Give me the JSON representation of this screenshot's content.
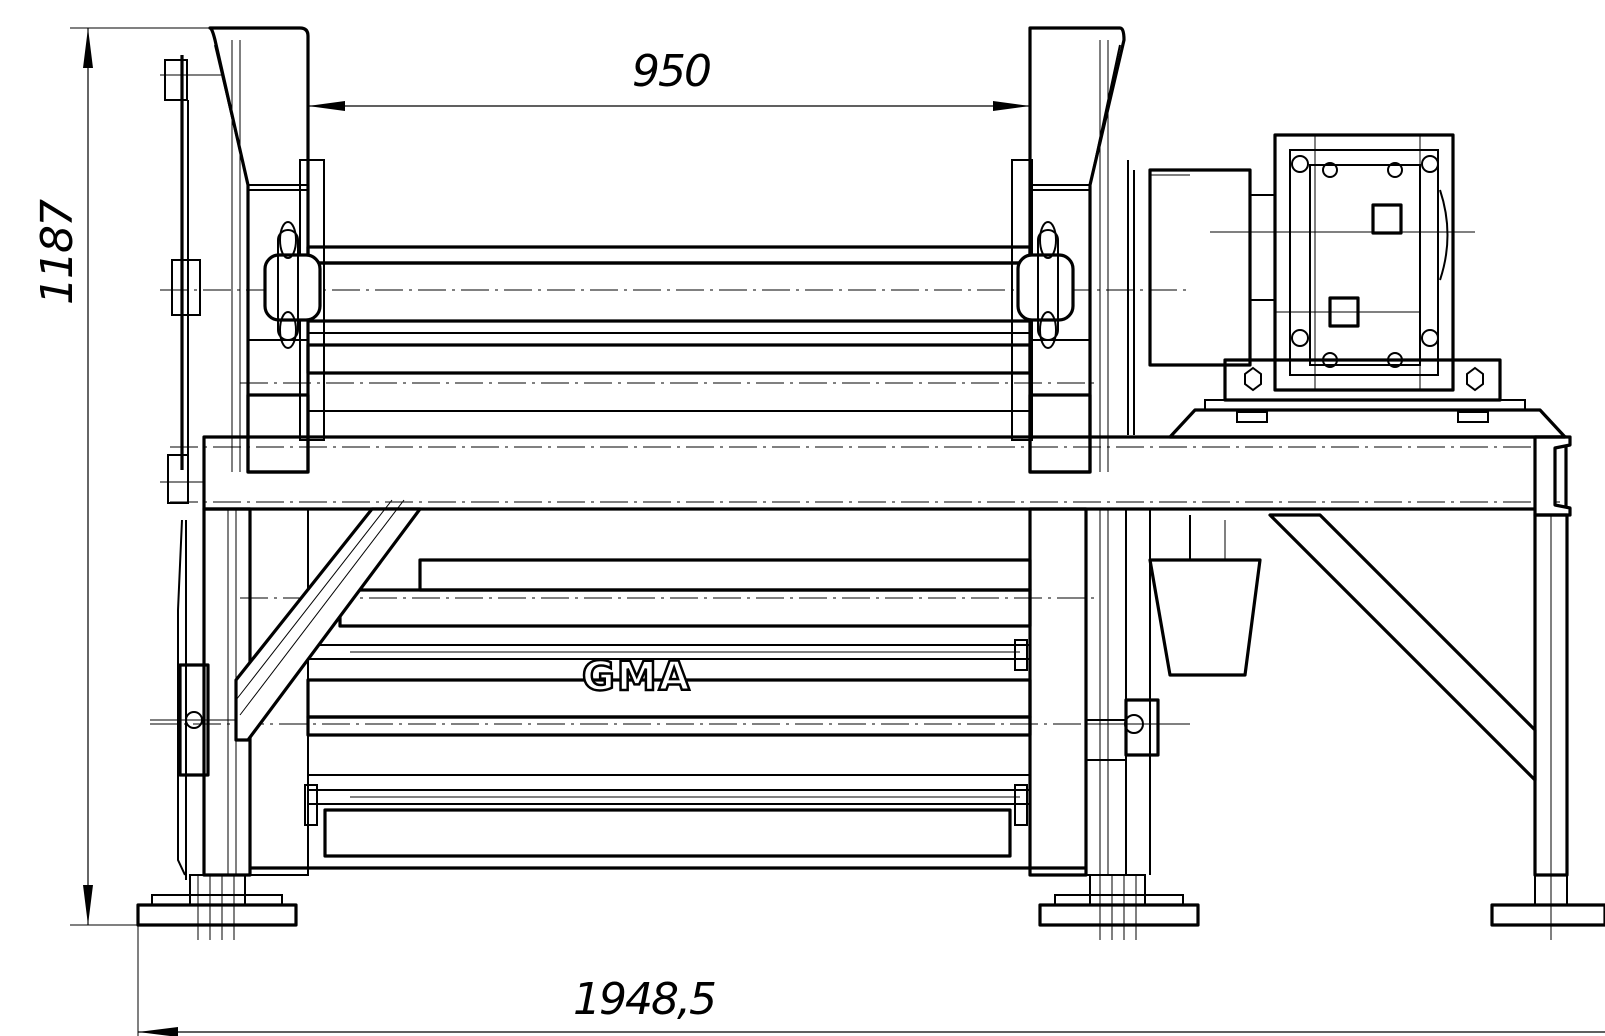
{
  "dimensions": {
    "top_width": "950",
    "height": "1187",
    "overall_width": "1948,5"
  },
  "logo": {
    "text": "GMA"
  }
}
